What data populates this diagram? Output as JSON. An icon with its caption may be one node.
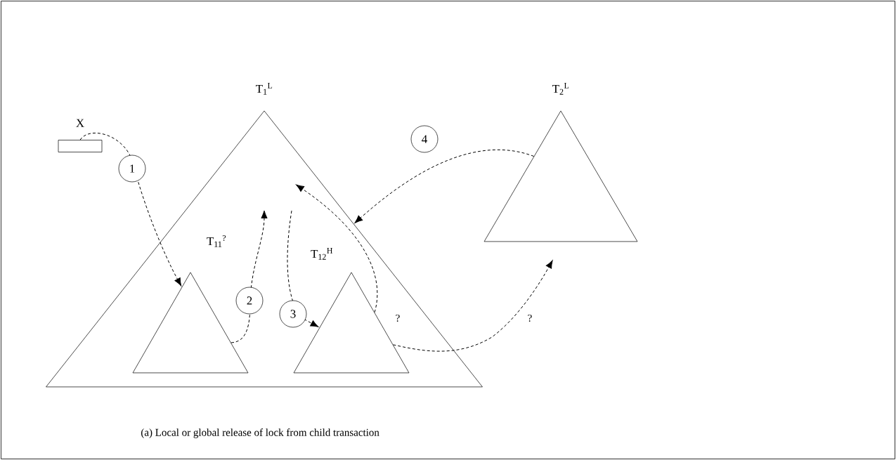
{
  "diagram": {
    "caption": "(a) Local or global release of lock from child transaction",
    "nodes": [
      {
        "text": [
          "T$_{1}$$^{L}$"
        ]
      },
      {
        "text": [
          "T$_{11}$$^{?}$"
        ],
        "in": 0
      },
      {
        "text": [
          "T$_{12}$$^{H}$"
        ],
        "in": 0
      },
      {
        "text": [
          "T$_{2}$$^{L}$"
        ]
      },
      {
        "text": [
          "X"
        ]
      }
    ],
    "edges": [
      {
        "from": 4,
        "to": 1,
        "arrow": "to",
        "label": "1"
      },
      {
        "from": 1,
        "to": null,
        "arrow": "to",
        "label": "2"
      },
      {
        "from": null,
        "to": 2,
        "arrow": "to",
        "label": "3"
      },
      {
        "from": 2,
        "to": null,
        "arrow": "to",
        "label": "?"
      },
      {
        "from": 3,
        "to": 0,
        "arrow": "to",
        "label": "4"
      },
      {
        "from": 2,
        "to": 3,
        "arrow": "to",
        "label": "?"
      }
    ]
  }
}
